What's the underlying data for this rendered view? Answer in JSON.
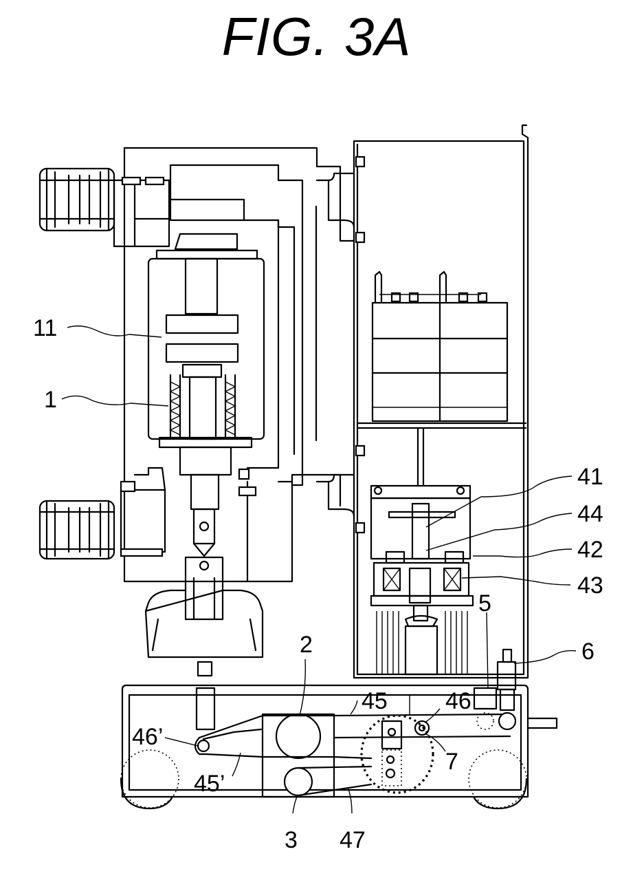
{
  "figure": {
    "title": "FIG. 3A"
  },
  "labels": {
    "l11": "11",
    "l1": "1",
    "l41": "41",
    "l44": "44",
    "l42": "42",
    "l43": "43",
    "l5": "5",
    "l6": "6",
    "l2": "2",
    "l45": "45",
    "l46": "46",
    "l46p": "46’",
    "l7": "7",
    "l45p": "45’",
    "l3": "3",
    "l47": "47"
  }
}
